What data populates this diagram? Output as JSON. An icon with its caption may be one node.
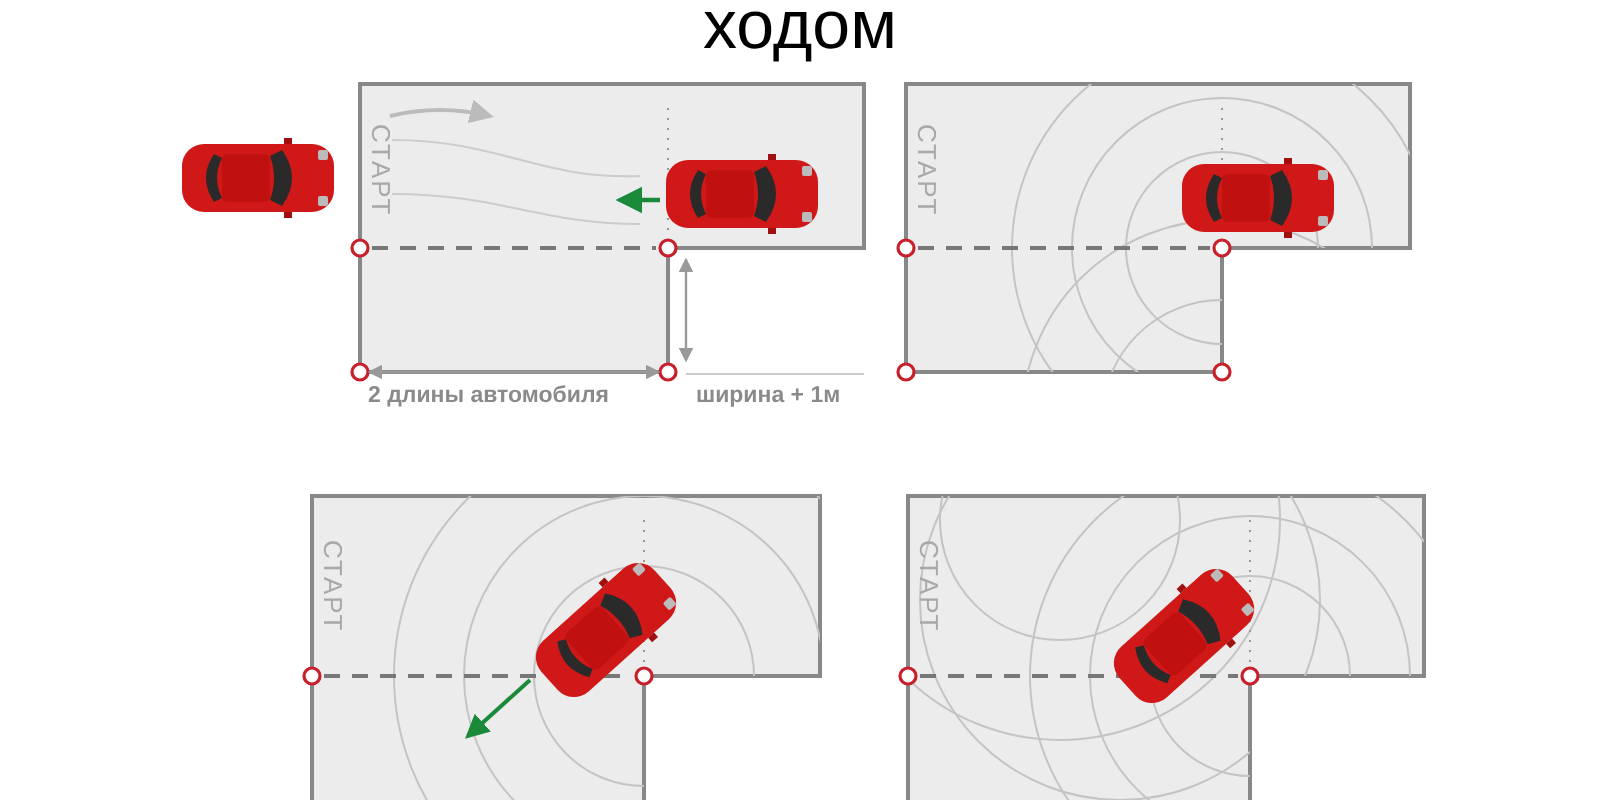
{
  "diagram": {
    "title": "ходом",
    "labels": [
      "СТАРТ",
      "СТАРТ",
      "2 длины автомобиля",
      "ширина + 1м",
      "СТАРТ",
      "СТАРТ"
    ]
  }
}
